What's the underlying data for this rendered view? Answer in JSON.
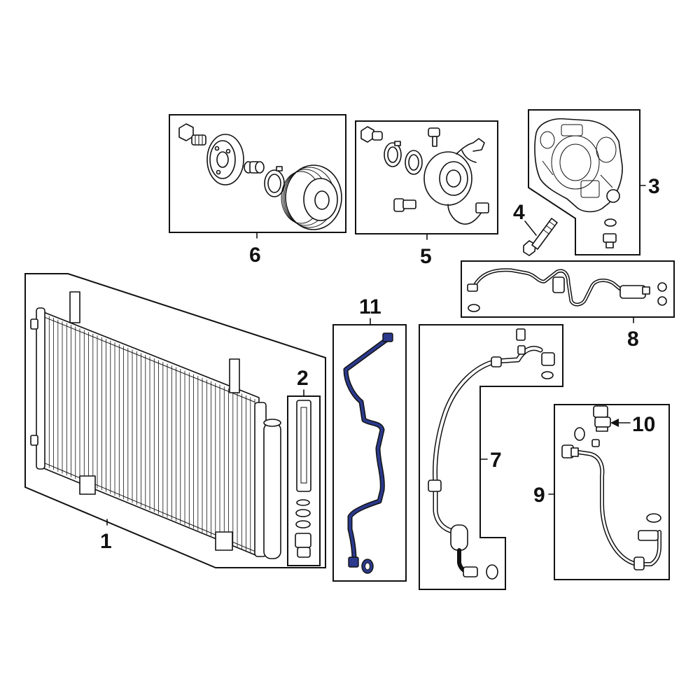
{
  "colors": {
    "line": "#111111",
    "highlight": "#2b3a8c",
    "background": "#ffffff"
  },
  "callouts": {
    "c1": "1",
    "c2": "2",
    "c3": "3",
    "c4": "4",
    "c5": "5",
    "c6": "6",
    "c7": "7",
    "c8": "8",
    "c9": "9",
    "c10": "10",
    "c11": "11"
  }
}
